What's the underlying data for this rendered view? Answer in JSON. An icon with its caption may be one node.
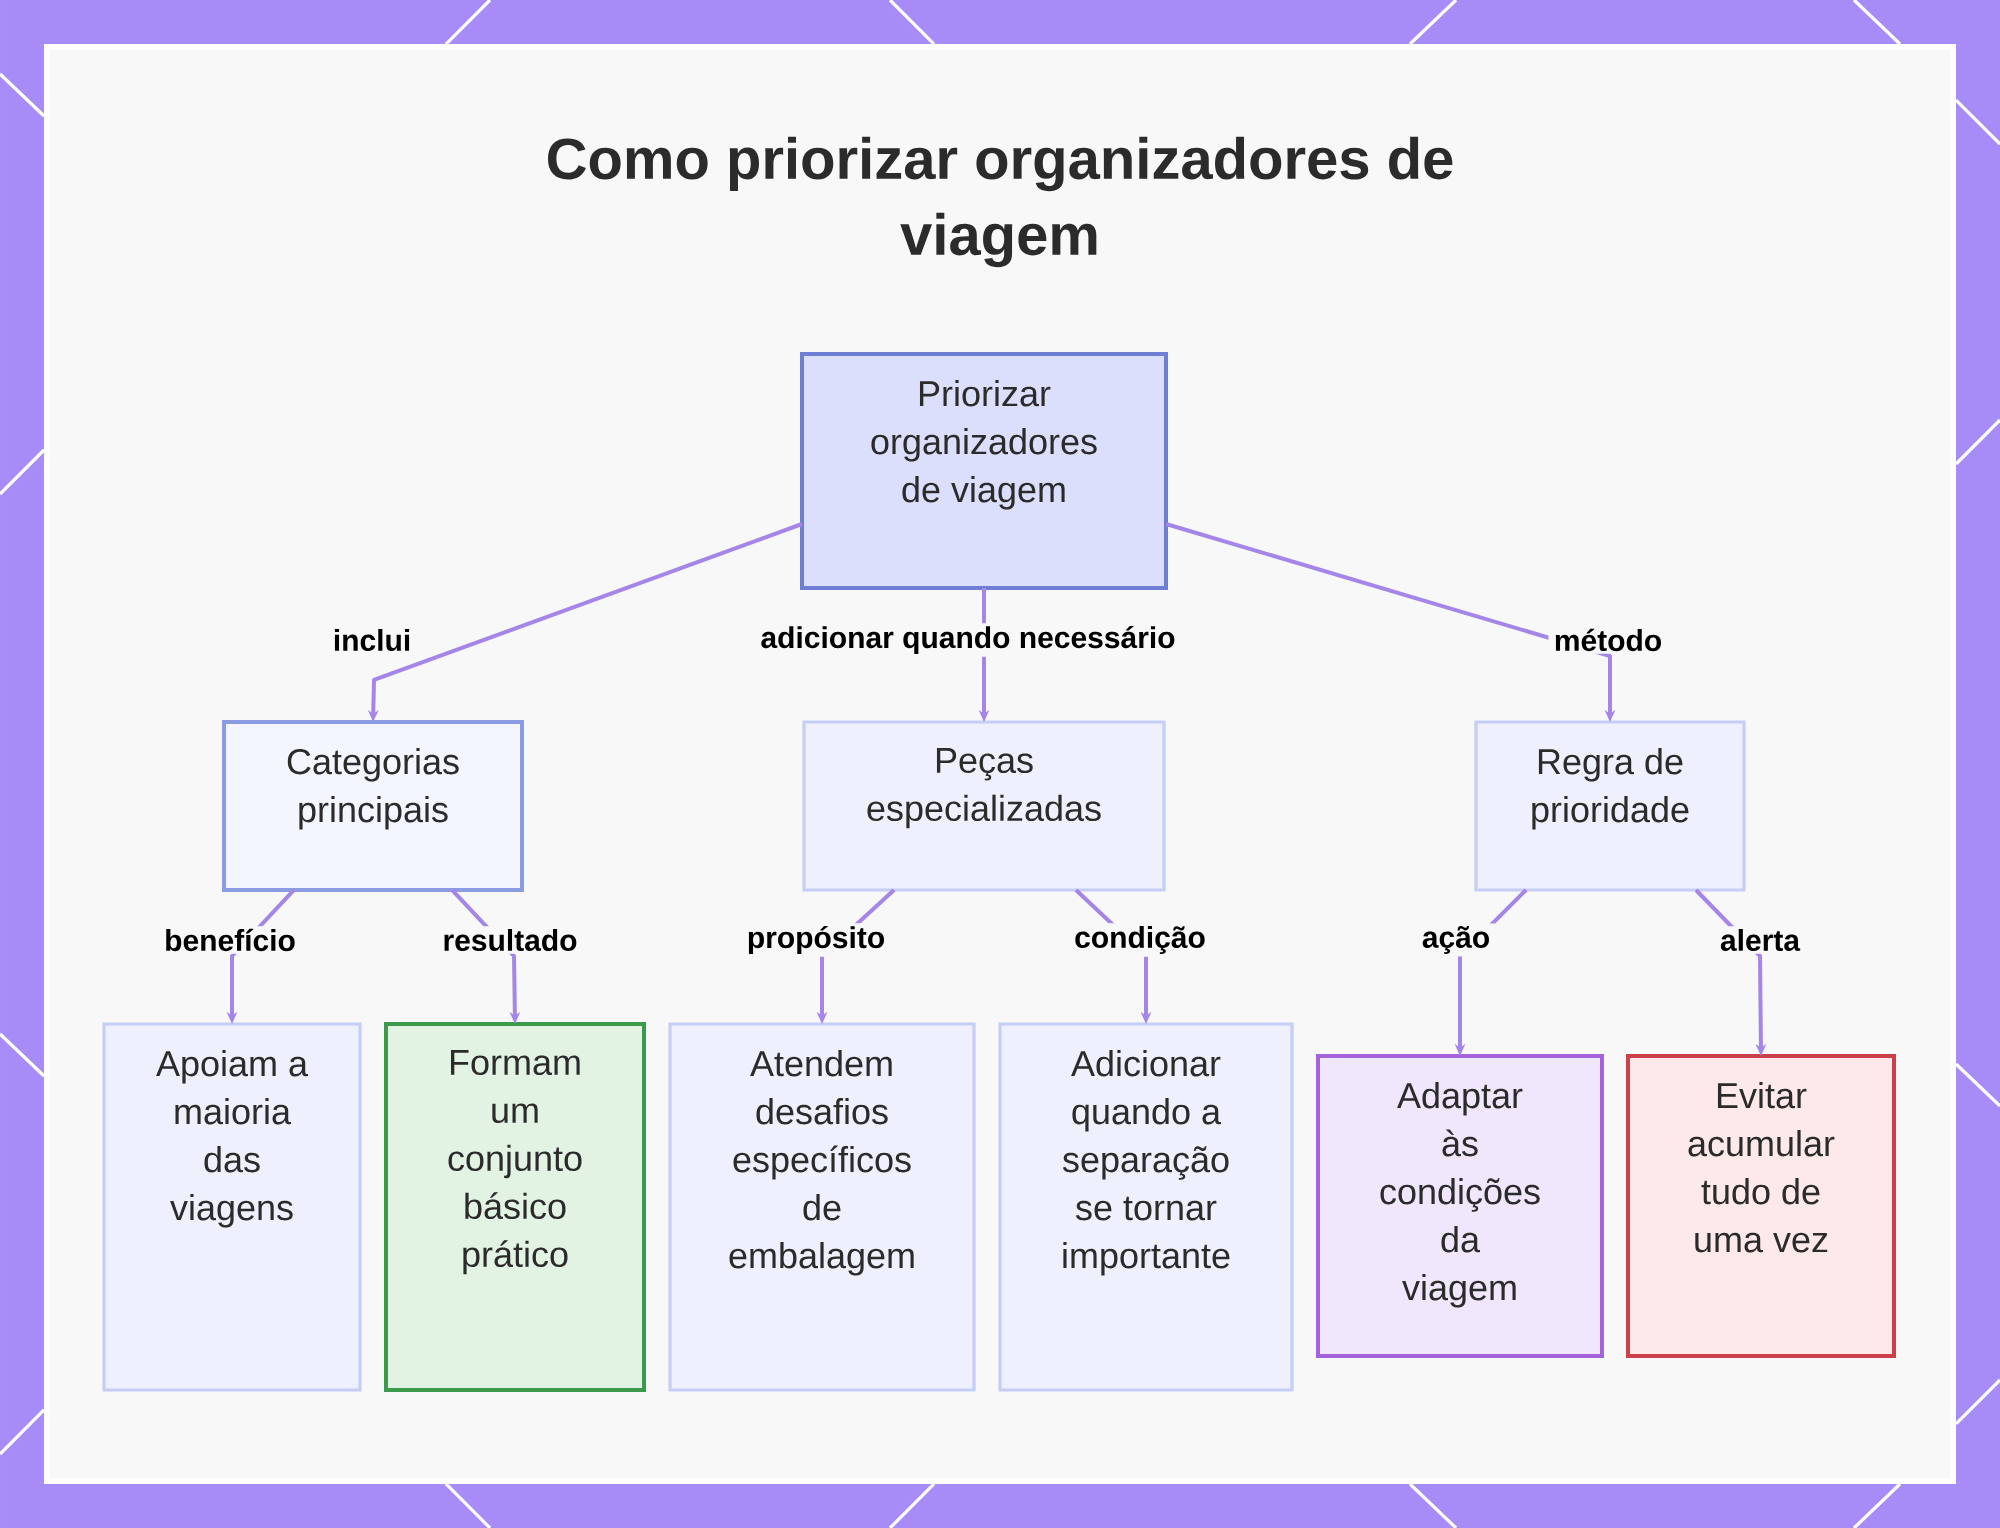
{
  "diagram": {
    "title": "Como priorizar organizadores de viagem",
    "nodes": [
      {
        "text": [
          "Priorizar organizadores de viagem"
        ]
      },
      {
        "text": [
          "Categorias principais"
        ]
      },
      {
        "text": [
          "Peças especializadas"
        ]
      },
      {
        "text": [
          "Regra de prioridade"
        ]
      },
      {
        "text": [
          "Apoiam a maioria das viagens"
        ]
      },
      {
        "text": [
          "Formam um conjunto básico prático"
        ]
      },
      {
        "text": [
          "Atendem desafios específicos de embalagem"
        ]
      },
      {
        "text": [
          "Adicionar quando a separação se tornar importante"
        ]
      },
      {
        "text": [
          "Adaptar às condições da viagem"
        ]
      },
      {
        "text": [
          "Evitar acumular tudo de uma vez"
        ]
      }
    ],
    "edges": [
      {
        "from": 0,
        "to": 1,
        "arrow": "to",
        "label": "inclui"
      },
      {
        "from": 0,
        "to": 2,
        "arrow": "to",
        "label": "adicionar quando necessário"
      },
      {
        "from": 0,
        "to": 3,
        "arrow": "to",
        "label": "método"
      },
      {
        "from": 1,
        "to": 4,
        "arrow": "to",
        "label": "benefício"
      },
      {
        "from": 1,
        "to": 5,
        "arrow": "to",
        "label": "resultado"
      },
      {
        "from": 2,
        "to": 6,
        "arrow": "to",
        "label": "propósito"
      },
      {
        "from": 2,
        "to": 7,
        "arrow": "to",
        "label": "condição"
      },
      {
        "from": 3,
        "to": 8,
        "arrow": "to",
        "label": "ação"
      },
      {
        "from": 3,
        "to": 9,
        "arrow": "to",
        "label": "alerta"
      }
    ]
  }
}
